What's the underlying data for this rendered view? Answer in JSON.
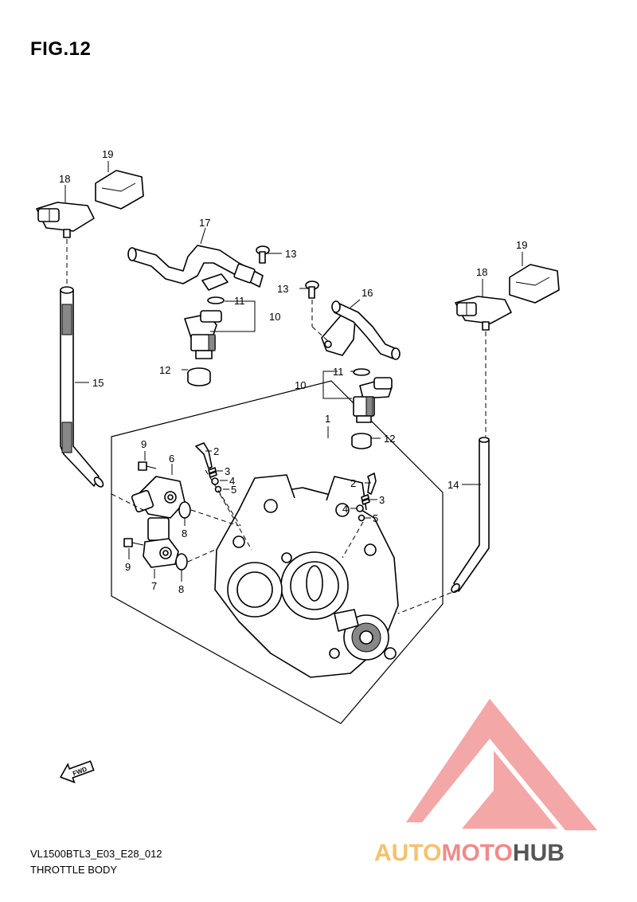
{
  "figure": {
    "title": "FIG.12",
    "model_code": "VL1500BTL3_E03_E28_012",
    "section_name": "THROTTLE BODY",
    "fwd_label": "FWD"
  },
  "callouts": {
    "c1": "1",
    "c2a": "2",
    "c2b": "2",
    "c3a": "3",
    "c3b": "3",
    "c4a": "4",
    "c4b": "4",
    "c5a": "5",
    "c5b": "5",
    "c6": "6",
    "c7": "7",
    "c8a": "8",
    "c8b": "8",
    "c9a": "9",
    "c9b": "9",
    "c10a": "10",
    "c10b": "10",
    "c11a": "11",
    "c11b": "11",
    "c12a": "12",
    "c12b": "12",
    "c13a": "13",
    "c13b": "13",
    "c14": "14",
    "c15": "15",
    "c16": "16",
    "c17": "17",
    "c18a": "18",
    "c18b": "18",
    "c19a": "19",
    "c19b": "19"
  },
  "watermark": {
    "brand_part1": "AUTO",
    "brand_part2": "MOTO",
    "brand_part3": "HUB",
    "colors": {
      "triangle": "#f08a8a",
      "auto": "#f5c26b",
      "moto": "#f08a8a",
      "hub": "#555555"
    }
  }
}
